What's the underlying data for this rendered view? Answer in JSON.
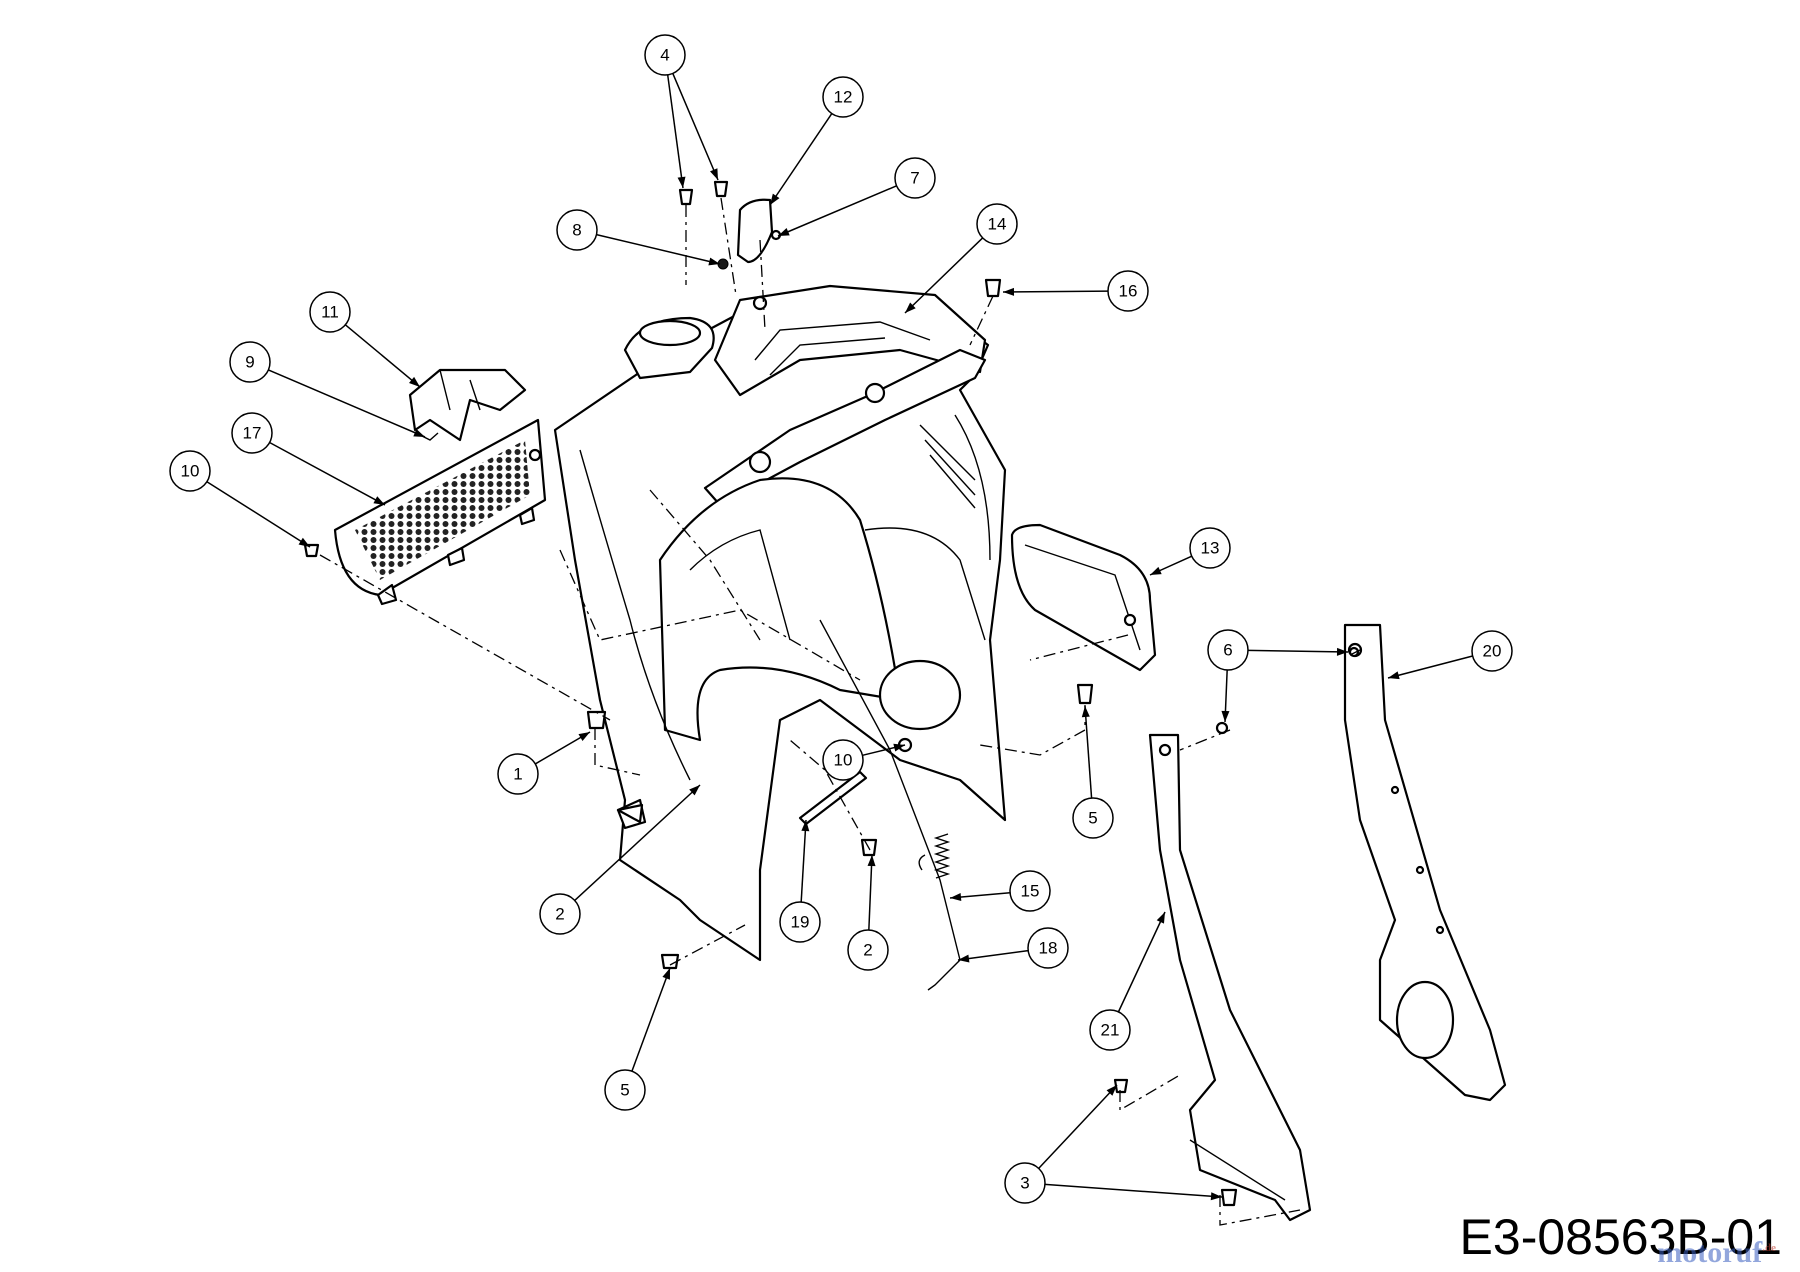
{
  "drawing_number": "E3-08563B-01",
  "watermark": {
    "text": "motoruf",
    "suffix": ".de"
  },
  "callouts": [
    {
      "label": "4"
    },
    {
      "label": "12"
    },
    {
      "label": "7"
    },
    {
      "label": "8"
    },
    {
      "label": "14"
    },
    {
      "label": "16"
    },
    {
      "label": "11"
    },
    {
      "label": "9"
    },
    {
      "label": "17"
    },
    {
      "label": "10"
    },
    {
      "label": "13"
    },
    {
      "label": "6"
    },
    {
      "label": "20"
    },
    {
      "label": "1"
    },
    {
      "label": "5"
    },
    {
      "label": "10"
    },
    {
      "label": "15"
    },
    {
      "label": "2"
    },
    {
      "label": "19"
    },
    {
      "label": "2"
    },
    {
      "label": "18"
    },
    {
      "label": "5"
    },
    {
      "label": "21"
    },
    {
      "label": "3"
    }
  ],
  "icons": {
    "grille": "vent-grille-icon",
    "fastener": "screw-icon",
    "spring": "spring-icon"
  }
}
